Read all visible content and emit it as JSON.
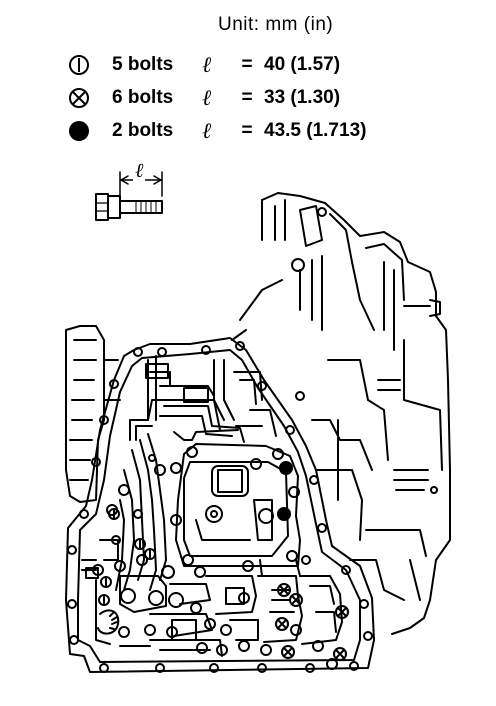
{
  "unit_label": "Unit: mm (in)",
  "ell_symbol": "ℓ",
  "equals": "=",
  "legend": [
    {
      "symbol": "circle-bar-icon",
      "count": "5 bolts",
      "length": "40 (1.57)"
    },
    {
      "symbol": "circle-x-icon",
      "count": "6 bolts",
      "length": "33 (1.30)"
    },
    {
      "symbol": "filled-circle-icon",
      "count": "2 bolts",
      "length": "43.5 (1.713)"
    }
  ],
  "bolt_dimension_label": "ℓ"
}
